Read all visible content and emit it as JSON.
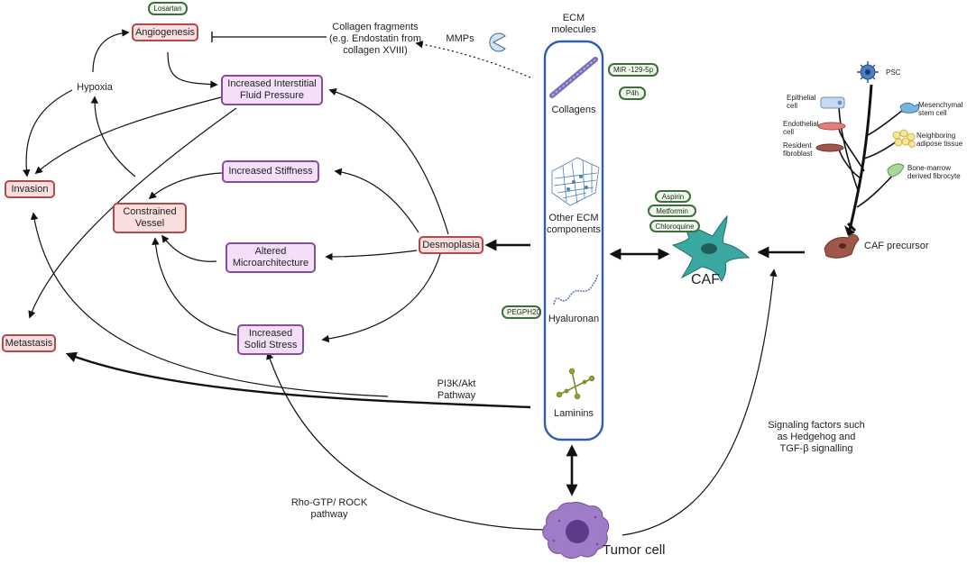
{
  "outcomes": {
    "angiogenesis": "Angiogenesis",
    "invasion": "Invasion",
    "metastasis": "Metastasis",
    "constrained_vessel": "Constrained\nVessel",
    "desmoplasia": "Desmoplasia"
  },
  "effects": {
    "ifp": "Increased Interstitial\nFluid Pressure",
    "stiffness": "Increased Stiffness",
    "microarchitecture": "Altered\nMicroarchitecture",
    "solid_stress": "Increased\nSolid Stress"
  },
  "drugs": {
    "losartan": "Losartan",
    "mir": "MiR -129-5p",
    "p4h": "P4h",
    "aspirin": "Aspirin",
    "metformin": "Metformin",
    "chloroquine": "Chloroquine",
    "pegph20": "PEGPH20"
  },
  "labels": {
    "hypoxia": "Hypoxia",
    "collagen_fragments": "Collagen fragments\n(e.g. Endostatin from\ncollagen XVIII)",
    "mmps": "MMPs",
    "ecm_title": "ECM\nmolecules",
    "collagens": "Collagens",
    "other_ecm": "Other ECM\ncomponents",
    "hyaluronan": "Hyaluronan",
    "laminins": "Laminins",
    "caf": "CAF",
    "caf_precursor": "CAF precursor",
    "pi3k": "PI3K/Akt\nPathway",
    "rho": "Rho-GTP/ ROCK\npathway",
    "signaling": "Signaling factors such\nas Hedgehog and\nTGF-β signalling",
    "tumor_cell": "Tumor cell"
  },
  "precursors": {
    "psc": "PSC",
    "epithelial": "Epithelial\ncell",
    "endothelial": "Endothelial\ncell",
    "resident": "Resident\nfibroblast",
    "mesenchymal": "Mesenchymal\nstem cell",
    "adipose": "Neighboring\nadipose tissue",
    "bone_marrow": "Bone-marrow\nderived fibrocyte"
  },
  "colors": {
    "red_border": "#b24a4a",
    "red_fill": "#f9dede",
    "purple_border": "#8a4aa3",
    "purple_fill": "#f3dff8",
    "drug_border": "#3c6f3a",
    "ecm_border": "#2f5fb3",
    "caf": "#3aa7a0",
    "tumor": "#8a62b8"
  }
}
